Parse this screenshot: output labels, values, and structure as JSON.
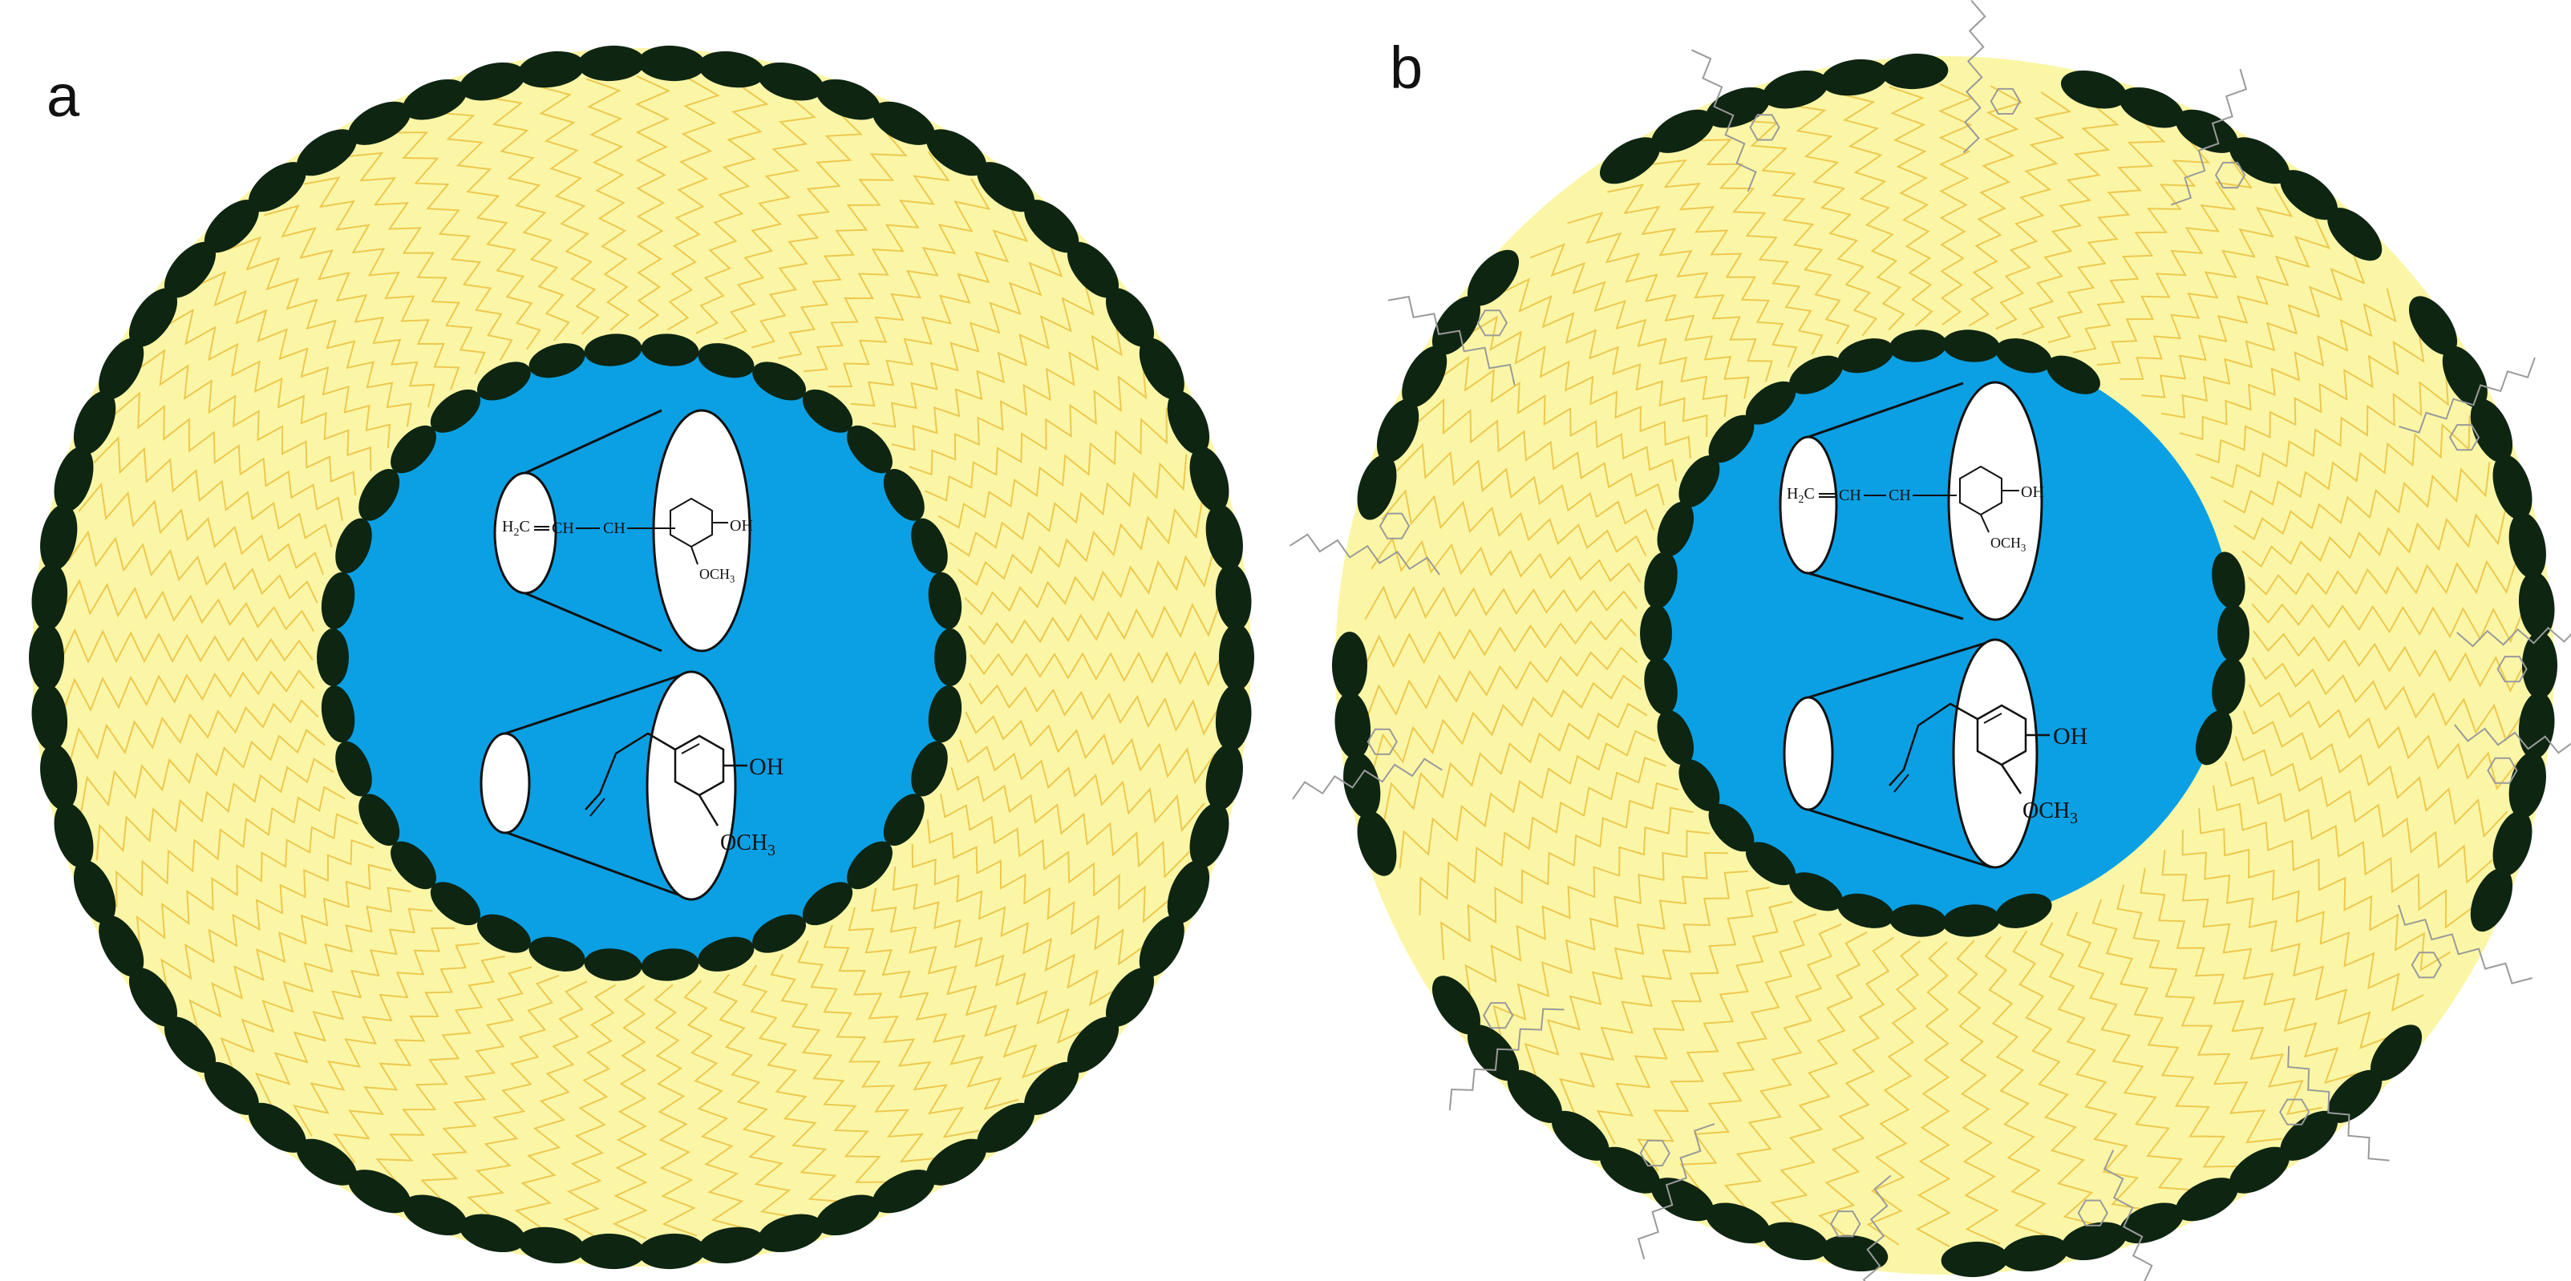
{
  "panels": [
    {
      "id": "a",
      "label": "a",
      "molecule_upper": {
        "h2c": "H2C",
        "ch1": "CH",
        "ch2": "CH",
        "oh": "OH",
        "och3": "OCH3"
      },
      "molecule_lower": {
        "oh": "OH",
        "och3": "OCH3"
      },
      "surface_chains": false
    },
    {
      "id": "b",
      "label": "b",
      "molecule_upper": {
        "h2c": "H2C",
        "ch1": "CH",
        "ch2": "CH",
        "oh": "OH",
        "och3": "OCH3"
      },
      "molecule_lower": {
        "oh": "OH",
        "och3": "OCH3"
      },
      "surface_chains": true
    }
  ],
  "colors": {
    "background": "#ffffff",
    "bilayer": "#fbf6a6",
    "tails": "#e8b830",
    "head_groups": "#0e2512",
    "aqueous_core": "#0ba0e4",
    "cyclodextrin": "#ffffff",
    "outline": "#111111",
    "polymer": "#9a9a9a"
  }
}
